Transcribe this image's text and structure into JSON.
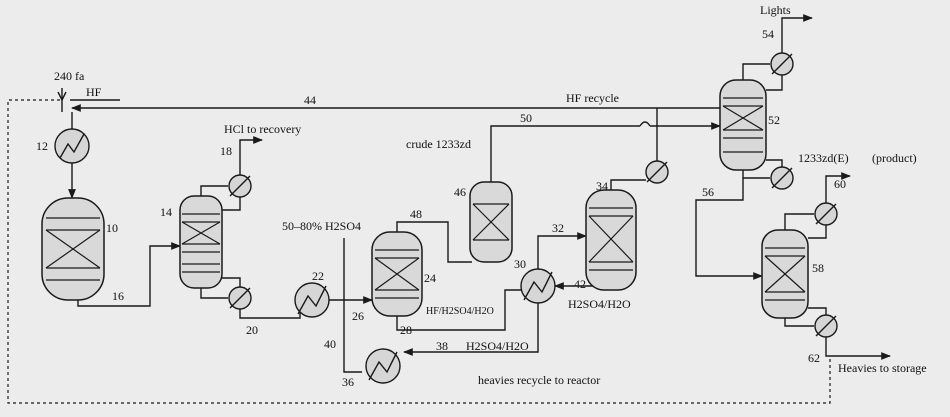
{
  "labels": {
    "lights": "Lights",
    "hf_feed": "240 fa",
    "hf": "HF",
    "hf_recycle": "HF recycle",
    "hcl": "HCl to recovery",
    "crude": "crude 1233zd",
    "acid": "50–80% H2SO4",
    "hf_h2so4_h2o": "HF/H2SO4/H2O",
    "h2so4_h2o_a": "H2SO4/H2O",
    "h2so4_h2o_b": "H2SO4/H2O",
    "product_name": "1233zd(E)",
    "product": "(product)",
    "heavies_recycle": "heavies recycle to reactor",
    "heavies_storage": "Heavies to storage"
  },
  "numbers": {
    "n10": "10",
    "n12": "12",
    "n14": "14",
    "n16": "16",
    "n18": "18",
    "n20": "20",
    "n22": "22",
    "n24": "24",
    "n26": "26",
    "n28": "28",
    "n30": "30",
    "n32": "32",
    "n34": "34",
    "n36": "36",
    "n38": "38",
    "n40": "40",
    "n42": "42",
    "n44": "44",
    "n46": "46",
    "n48": "48",
    "n50": "50",
    "n52": "52",
    "n54": "54",
    "n56": "56",
    "n58": "58",
    "n60": "60",
    "n62": "62"
  }
}
